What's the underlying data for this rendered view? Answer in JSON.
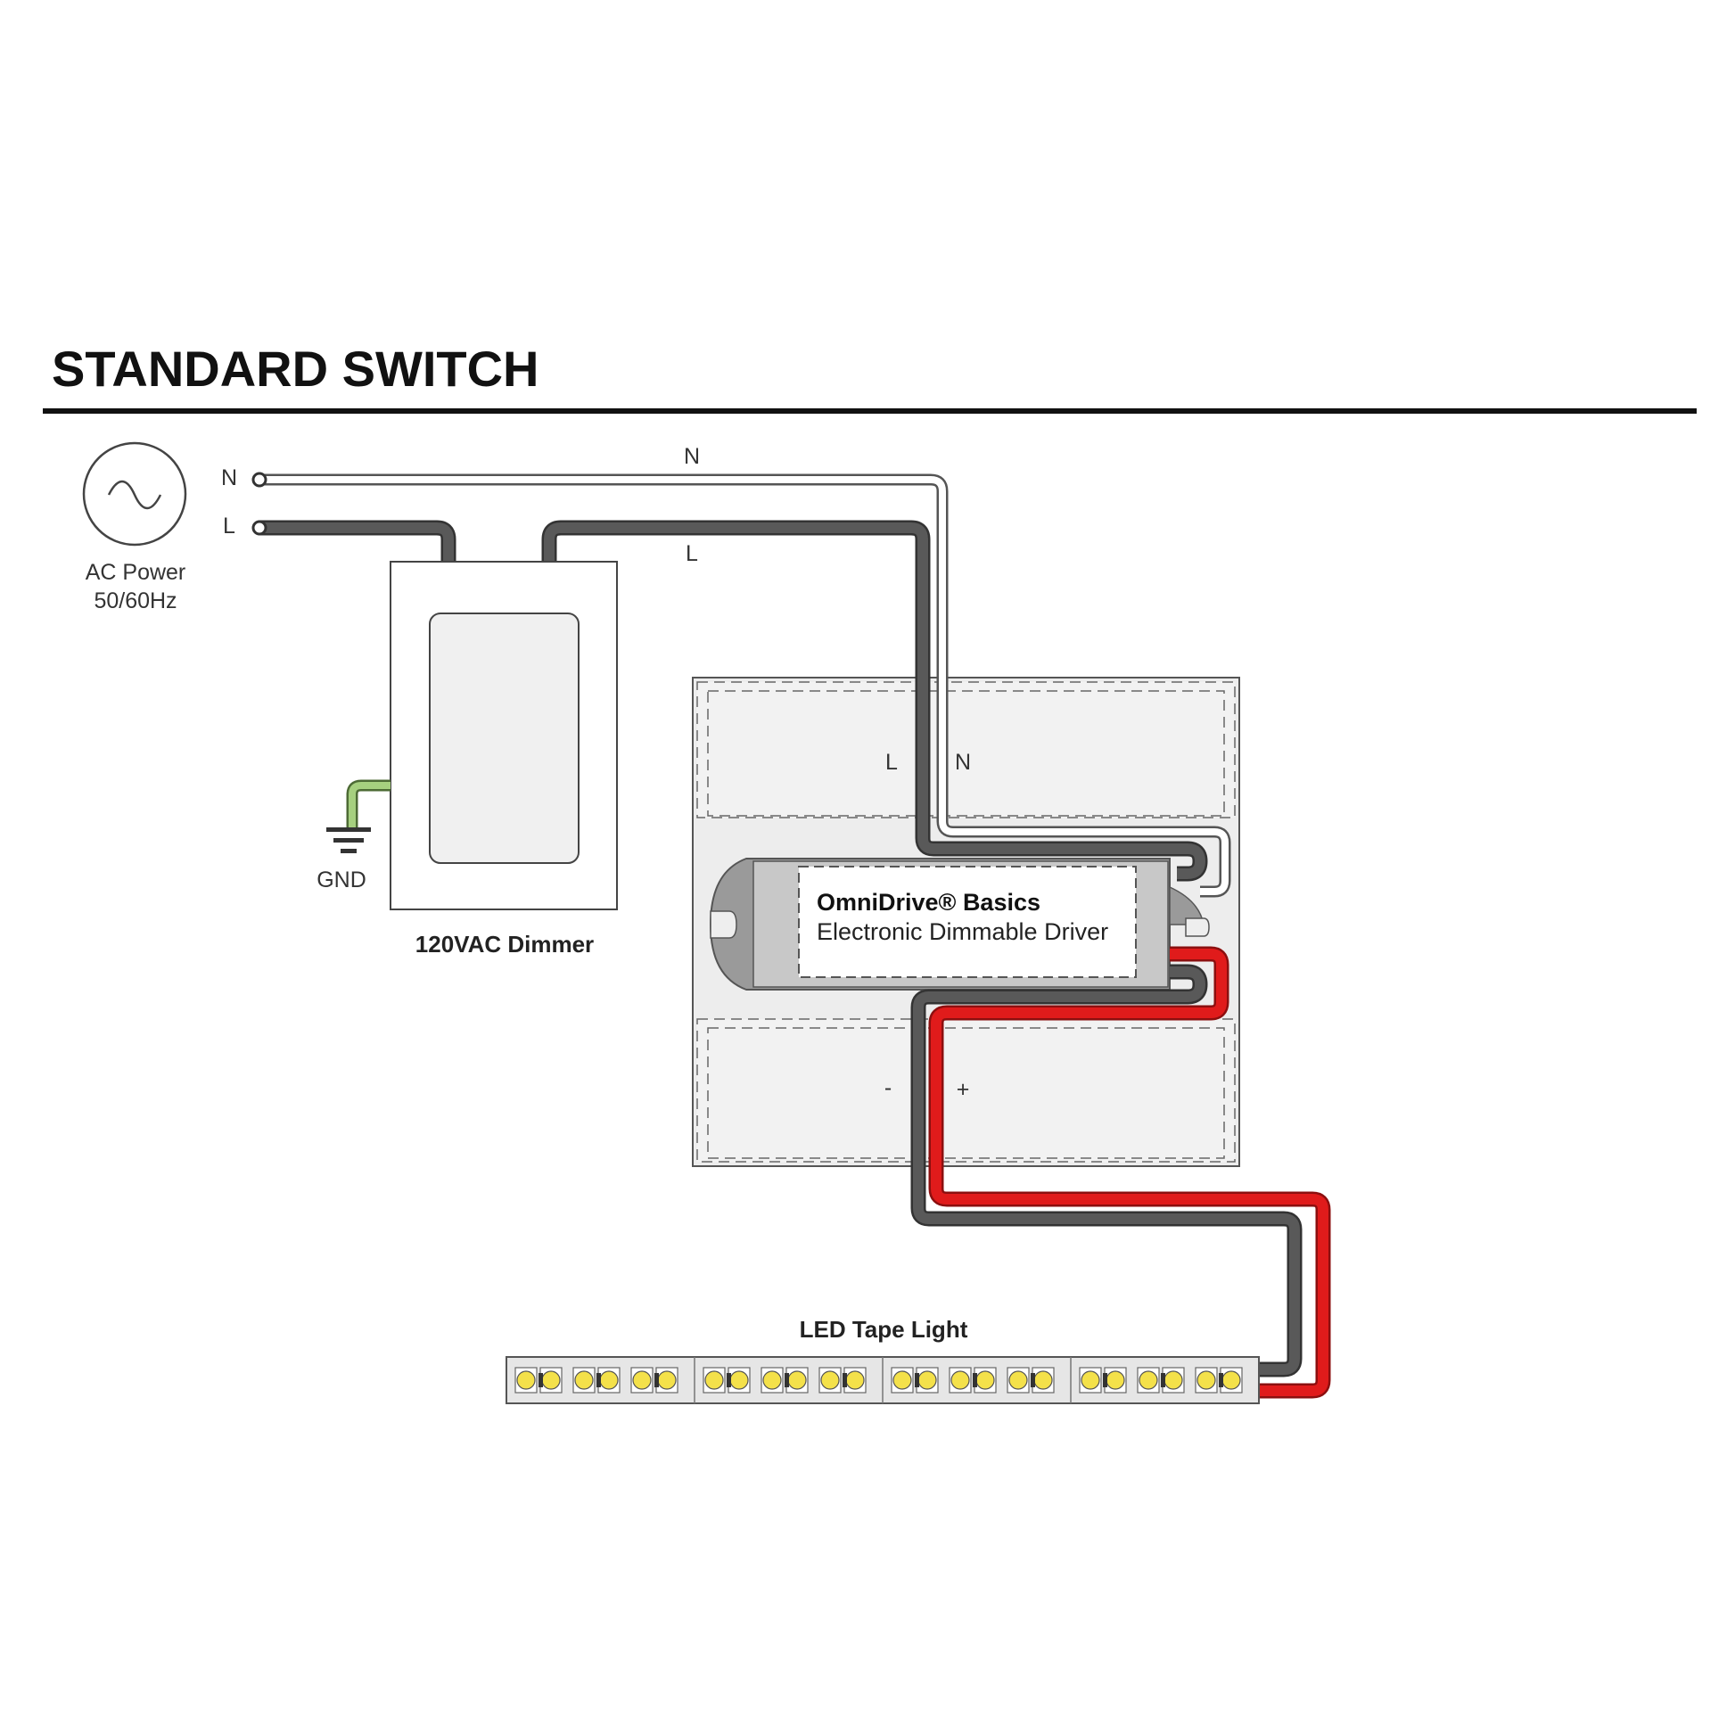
{
  "title": "STANDARD SWITCH",
  "ac_power": {
    "label_line1": "AC Power",
    "label_line2": "50/60Hz",
    "terminal_n": "N",
    "terminal_l": "L"
  },
  "wire_labels": {
    "n_top": "N",
    "l_top": "L"
  },
  "dimmer": {
    "label": "120VAC Dimmer",
    "ground_label": "GND"
  },
  "driver": {
    "brand": "OmniDrive® Basics",
    "description": "Electronic Dimmable Driver",
    "input_l": "L",
    "input_n": "N",
    "output_neg": "-",
    "output_pos": "+"
  },
  "led": {
    "label": "LED Tape Light",
    "sections": 4,
    "chips_per_section": 6
  },
  "colors": {
    "live_wire": "#555555",
    "neutral_wire": "#ffffff",
    "positive_wire": "#e01b1b",
    "ground_wire": "#8fbf6a",
    "led_chip": "#f4e14a",
    "compartment": "#f2f2f2"
  }
}
